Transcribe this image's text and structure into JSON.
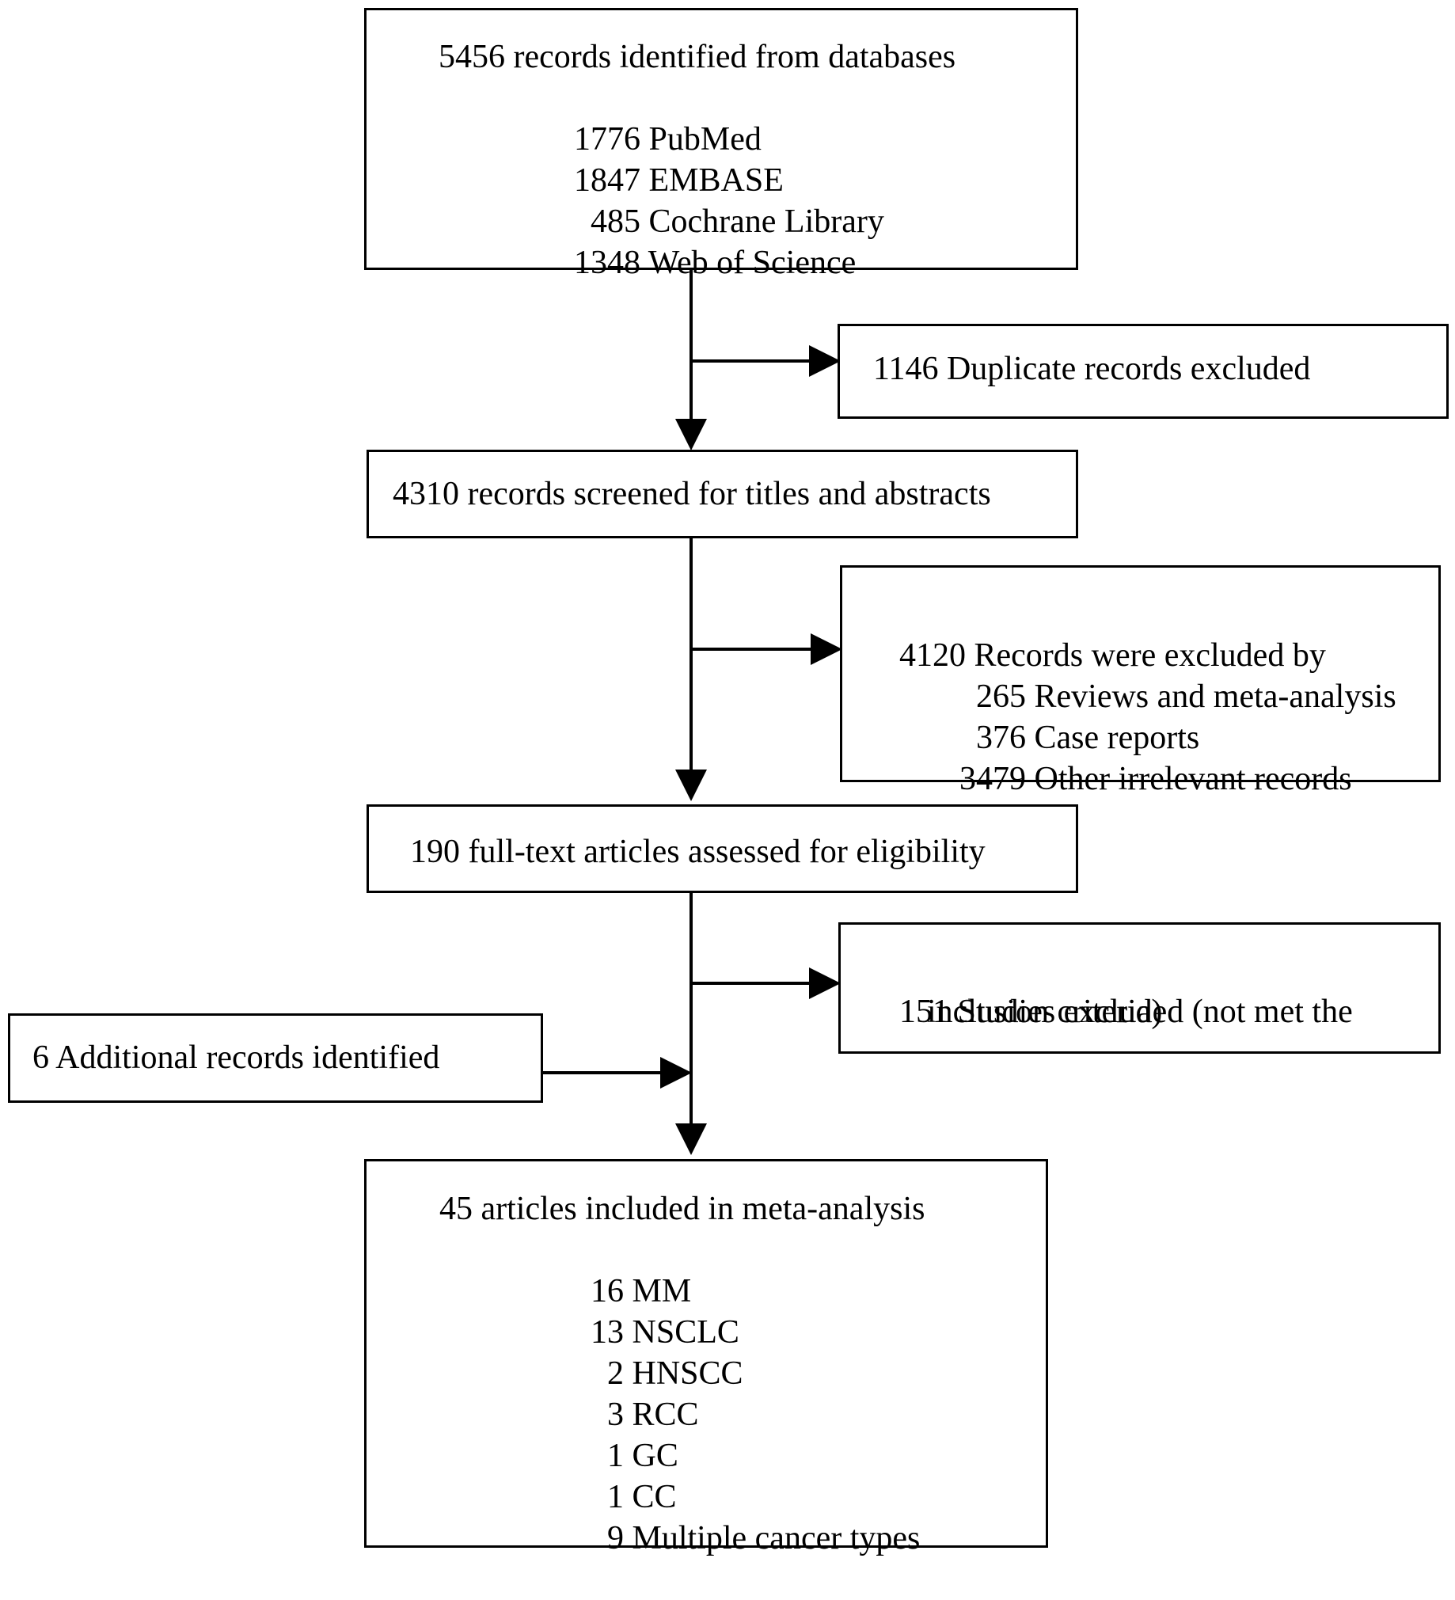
{
  "identification": {
    "total": "5456 records identified from databases",
    "sources": [
      {
        "count": "1776",
        "name": "PubMed"
      },
      {
        "count": "1847",
        "name": "EMBASE"
      },
      {
        "count": "485",
        "name": "Cochrane Library"
      },
      {
        "count": "1348",
        "name": "Web of Science"
      }
    ]
  },
  "duplicates": {
    "text": "1146 Duplicate records excluded"
  },
  "screening": {
    "text": "4310 records screened for titles and abstracts"
  },
  "excluded_records": {
    "count": "4120",
    "title": "Records were excluded by",
    "reasons": [
      {
        "count": "265",
        "name": "Reviews and meta-analysis"
      },
      {
        "count": "376",
        "name": "Case reports"
      },
      {
        "count": "3479",
        "name": "Other irrelevant records"
      }
    ]
  },
  "eligibility": {
    "text": "190 full-text articles assessed for eligibility"
  },
  "excluded_studies": {
    "count": "151",
    "line1": "Studies excluded (not met the",
    "line2": "inclusion criteria)"
  },
  "additional": {
    "text": "6 Additional records identified"
  },
  "included": {
    "total": "45 articles included in meta-analysis",
    "types": [
      {
        "count": "16",
        "name": "MM"
      },
      {
        "count": "13",
        "name": "NSCLC"
      },
      {
        "count": "2",
        "name": "HNSCC"
      },
      {
        "count": "3",
        "name": "RCC"
      },
      {
        "count": "1",
        "name": "GC"
      },
      {
        "count": "1",
        "name": "CC"
      },
      {
        "count": "9",
        "name": "Multiple cancer types"
      }
    ]
  }
}
